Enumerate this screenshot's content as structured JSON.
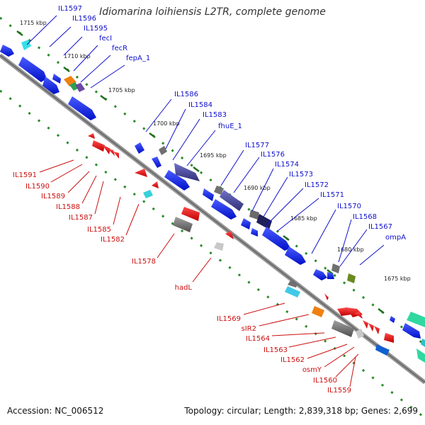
{
  "title": "Idiomarina loihiensis L2TR, complete genome",
  "footer": {
    "accession": "Accession: NC_006512",
    "summary": "Topology: circular; Length: 2,839,318 bp; Genes: 2,699"
  },
  "scale_labels": [
    "1715 kbp",
    "1710 kbp",
    "1705 kbp",
    "1700 kbp",
    "1695 kbp",
    "1690 kbp",
    "1685 kbp",
    "1680 kbp",
    "1675 kbp"
  ],
  "forward_genes": [
    "IL1597",
    "IL1596",
    "IL1595",
    "fecI",
    "fecR",
    "fepA_1",
    "IL1586",
    "IL1584",
    "IL1583",
    "fhuE_1",
    "IL1577",
    "IL1576",
    "IL1574",
    "IL1573",
    "IL1572",
    "IL1571",
    "IL1570",
    "IL1568",
    "IL1567",
    "ompA"
  ],
  "reverse_genes": [
    "IL1591",
    "IL1590",
    "IL1589",
    "IL1588",
    "IL1587",
    "IL1585",
    "IL1582",
    "IL1578",
    "hadL",
    "IL1569",
    "sIR2",
    "IL1564",
    "IL1563",
    "IL1562",
    "osmY",
    "IL1560",
    "IL1559"
  ],
  "colors": {
    "forward_label": "#1010cc",
    "reverse_label": "#cc1010",
    "forward_gene": "#1020e0",
    "reverse_gene": "#e01010",
    "backbone": "#888888",
    "tick": "#208020"
  }
}
